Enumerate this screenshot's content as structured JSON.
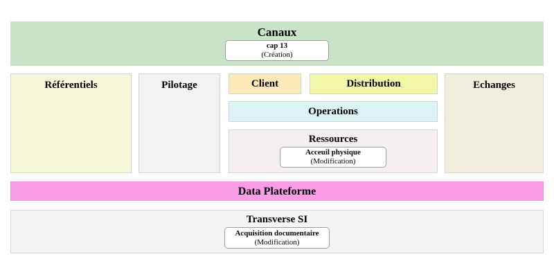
{
  "colors": {
    "canaux_bg": "#c9e3c7",
    "referentiels_bg": "#f6f7d8",
    "pilotage_bg": "#f2f2f2",
    "client_bg": "#fceab8",
    "distribution_bg": "#f3f7a8",
    "operations_bg": "#ddf4f7",
    "ressources_bg": "#f5f0ef",
    "echanges_bg": "#f2eedd",
    "data_plateforme_bg": "#fb9ce7",
    "transverse_si_bg": "#f4f4f4",
    "zone_border": "#d4d4d4",
    "chip_border": "#9d9d9d",
    "text": "#000000"
  },
  "canaux": {
    "label": "Canaux",
    "item": {
      "title": "cap 13",
      "subtitle": "(Création)"
    }
  },
  "middle": {
    "referentiels": {
      "label": "Référentiels"
    },
    "pilotage": {
      "label": "Pilotage"
    },
    "client": {
      "label": "Client"
    },
    "distribution": {
      "label": "Distribution"
    },
    "operations": {
      "label": "Operations"
    },
    "ressources": {
      "label": "Ressources",
      "item": {
        "title": "Acceuil physique",
        "subtitle": "(Modification)"
      }
    },
    "echanges": {
      "label": "Echanges"
    }
  },
  "data_plateforme": {
    "label": "Data Plateforme"
  },
  "transverse_si": {
    "label": "Transverse SI",
    "item": {
      "title": "Acquisition documentaire",
      "subtitle": "(Modification)"
    }
  }
}
